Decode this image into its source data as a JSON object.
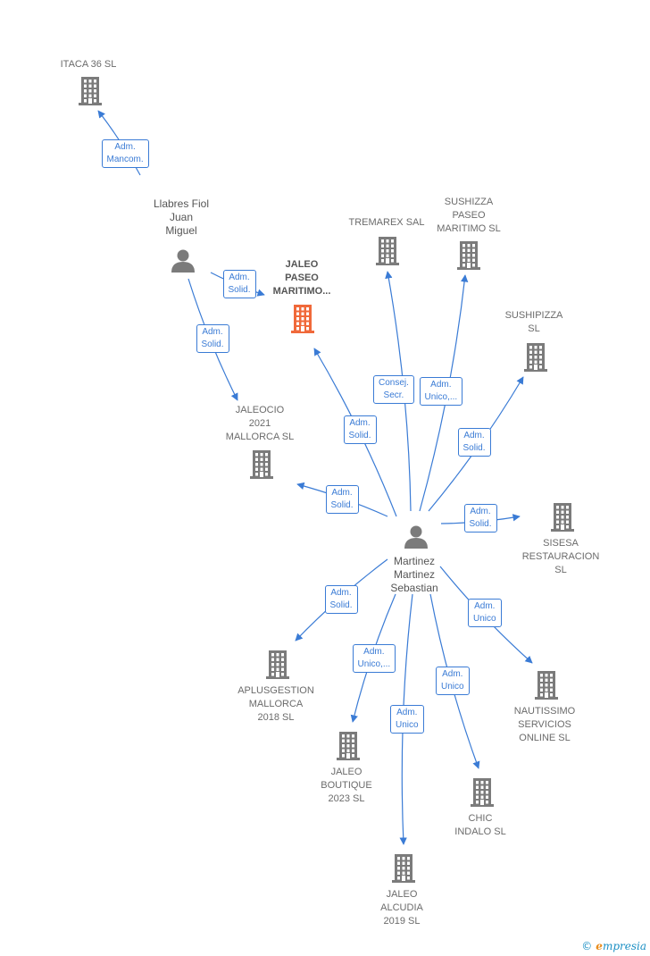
{
  "colors": {
    "edge": "#3a7bd5",
    "node": "#7b7b7b",
    "focus": "#f0693a"
  },
  "nodes": [
    {
      "id": "itaca",
      "type": "company",
      "label": "ITACA 36  SL"
    },
    {
      "id": "llabres",
      "type": "person",
      "label": "Llabres Fiol\nJuan\nMiguel"
    },
    {
      "id": "jaleo_paseo",
      "type": "company",
      "focus": true,
      "label": "JALEO\nPASEO\nMARITIMO..."
    },
    {
      "id": "tremarex",
      "type": "company",
      "label": "TREMAREX SAL"
    },
    {
      "id": "sushizza",
      "type": "company",
      "label": "SUSHIZZA\nPASEO\nMARITIMO  SL"
    },
    {
      "id": "sushipizza",
      "type": "company",
      "label": "SUSHIPIZZA\nSL"
    },
    {
      "id": "jaleocio",
      "type": "company",
      "label": "JALEOCIO\n2021\nMALLORCA  SL"
    },
    {
      "id": "sisesa",
      "type": "company",
      "label": "SISESA\nRESTAURACION\nSL"
    },
    {
      "id": "martinez",
      "type": "person",
      "label": "Martinez\nMartinez\nSebastian"
    },
    {
      "id": "aplus",
      "type": "company",
      "label": "APLUSGESTION\nMALLORCA\n2018  SL"
    },
    {
      "id": "nautissimo",
      "type": "company",
      "label": "NAUTISSIMO\nSERVICIOS\nONLINE  SL"
    },
    {
      "id": "boutique",
      "type": "company",
      "label": "JALEO\nBOUTIQUE\n2023  SL"
    },
    {
      "id": "chic",
      "type": "company",
      "label": "CHIC\nINDALO  SL"
    },
    {
      "id": "alcudia",
      "type": "company",
      "label": "JALEO\nALCUDIA\n2019  SL"
    }
  ],
  "edges": [
    {
      "from": "llabres",
      "to": "itaca",
      "label": "Adm.\nMancom."
    },
    {
      "from": "llabres",
      "to": "jaleo_paseo",
      "label": "Adm.\nSolid."
    },
    {
      "from": "llabres",
      "to": "jaleocio",
      "label": "Adm.\nSolid."
    },
    {
      "from": "martinez",
      "to": "jaleo_paseo",
      "label": "Adm.\nSolid."
    },
    {
      "from": "martinez",
      "to": "tremarex",
      "label": "Consej.\nSecr."
    },
    {
      "from": "martinez",
      "to": "sushizza",
      "label": "Adm.\nUnico,..."
    },
    {
      "from": "martinez",
      "to": "sushipizza",
      "label": "Adm.\nSolid."
    },
    {
      "from": "martinez",
      "to": "jaleocio",
      "label": "Adm.\nSolid."
    },
    {
      "from": "martinez",
      "to": "sisesa",
      "label": "Adm.\nSolid."
    },
    {
      "from": "martinez",
      "to": "aplus",
      "label": "Adm.\nSolid."
    },
    {
      "from": "martinez",
      "to": "nautissimo",
      "label": "Adm.\nUnico"
    },
    {
      "from": "martinez",
      "to": "boutique",
      "label": "Adm.\nUnico,..."
    },
    {
      "from": "martinez",
      "to": "chic",
      "label": "Adm.\nUnico"
    },
    {
      "from": "martinez",
      "to": "alcudia",
      "label": "Adm.\nUnico"
    }
  ],
  "brand": {
    "copyright": "©",
    "name_initial": "e",
    "name_rest": "mpresia"
  }
}
